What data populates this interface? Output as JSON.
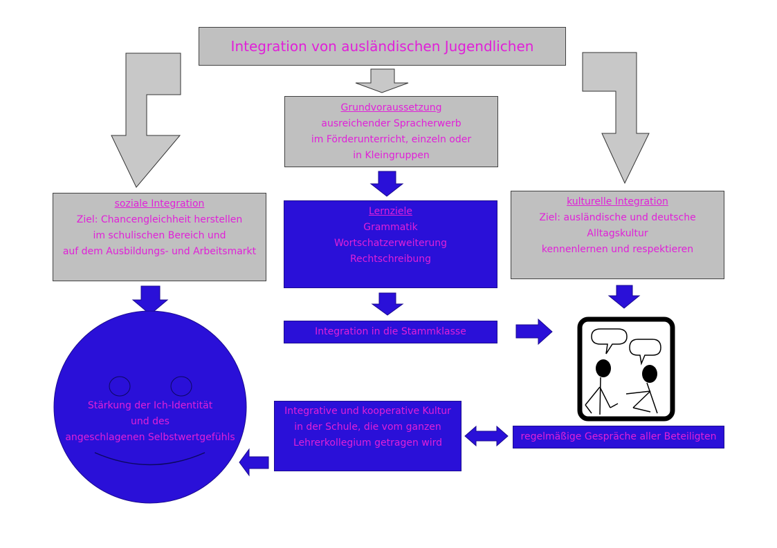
{
  "title": "Integration von ausländischen Jugendlichen",
  "grund": {
    "heading": "Grundvoraussetzung",
    "lines": [
      "ausreichender Spracherwerb",
      "im Förderunterricht, einzeln oder",
      "in Kleingruppen"
    ]
  },
  "sozial": {
    "heading": "soziale Integration",
    "lines": [
      "Ziel: Chancengleichheit herstellen",
      "im schulischen Bereich und",
      "auf dem Ausbildungs- und Arbeitsmarkt"
    ]
  },
  "lernziele": {
    "heading": "Lernziele",
    "lines": [
      "Grammatik",
      "Wortschatzerweiterung",
      "Rechtschreibung"
    ]
  },
  "kulturell": {
    "heading": "kulturelle Integration",
    "lines": [
      "Ziel: ausländische und deutsche",
      "Alltagskultur",
      "kennenlernen und respektieren"
    ]
  },
  "stammklasse": "Integration in die Stammklasse",
  "kultur": {
    "lines": [
      "Integrative und kooperative Kultur",
      "in der Schule, die vom ganzen",
      "Lehrerkollegium getragen wird"
    ]
  },
  "gespraeche": "regelmäßige Gespräche aller Beteiligten",
  "face": {
    "lines": [
      "Stärkung der Ich-Identität",
      "und des",
      "angeschlagenen Selbstwertgefühls"
    ]
  },
  "colors": {
    "grey_box": "#c0c0c0",
    "blue_box": "#2a10d8",
    "text": "#e020d8",
    "face": "#2a10d8"
  },
  "icons": {
    "conversation": "two-people-talking-icon",
    "smiley": "smiley-face"
  }
}
